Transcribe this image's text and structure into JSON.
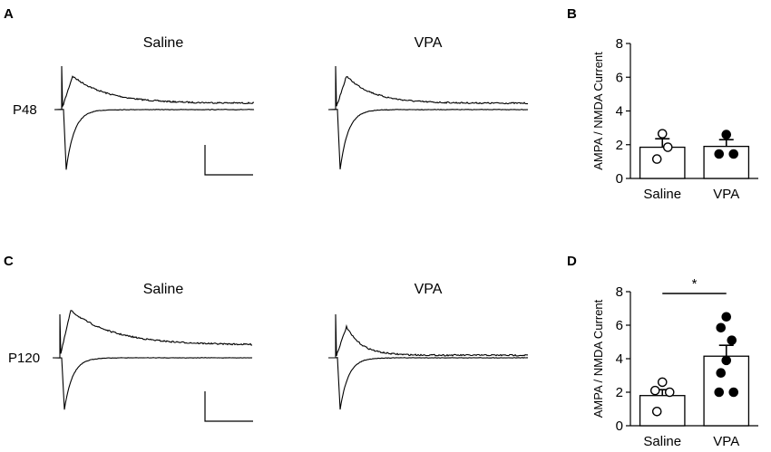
{
  "panels": {
    "A": {
      "letter": "A",
      "age_label": "P48",
      "groups": [
        {
          "name": "Saline",
          "epsc_amplitude": 0.75,
          "nmda_amplitude": 0.42,
          "nmda_decay": 0.18,
          "tail": 0.08
        },
        {
          "name": "VPA",
          "epsc_amplitude": 0.75,
          "nmda_amplitude": 0.42,
          "nmda_decay": 0.14,
          "tail": 0.08
        }
      ]
    },
    "B": {
      "letter": "B",
      "significance": ""
    },
    "C": {
      "letter": "C",
      "age_label": "P120",
      "groups": [
        {
          "name": "Saline",
          "epsc_amplitude": 0.6,
          "nmda_amplitude": 0.55,
          "nmda_decay": 0.22,
          "tail": 0.15
        },
        {
          "name": "VPA",
          "epsc_amplitude": 0.6,
          "nmda_amplitude": 0.36,
          "nmda_decay": 0.08,
          "tail": 0.03
        }
      ]
    },
    "D": {
      "letter": "D",
      "significance": "*"
    }
  },
  "chart_data": [
    {
      "type": "bar",
      "panel": "B",
      "categories": [
        "Saline",
        "VPA"
      ],
      "ylabel": "AMPA / NMDA Current",
      "ylim": [
        0,
        8
      ],
      "yticks": [
        0,
        2,
        4,
        6,
        8
      ],
      "series": [
        {
          "values": [
            1.85,
            1.9
          ],
          "sem": [
            0.5,
            0.4
          ]
        }
      ],
      "points": {
        "Saline": [
          2.65,
          1.15,
          1.85
        ],
        "VPA": [
          2.6,
          1.45,
          1.45
        ]
      },
      "marker_fill": {
        "Saline": "#ffffff",
        "VPA": "#000000"
      }
    },
    {
      "type": "bar",
      "panel": "D",
      "categories": [
        "Saline",
        "VPA"
      ],
      "ylabel": "AMPA / NMDA Current",
      "ylim": [
        0,
        8
      ],
      "yticks": [
        0,
        2,
        4,
        6,
        8
      ],
      "series": [
        {
          "values": [
            1.8,
            4.15
          ],
          "sem": [
            0.35,
            0.65
          ]
        }
      ],
      "points": {
        "Saline": [
          2.6,
          2.1,
          2.0,
          0.85
        ],
        "VPA": [
          6.5,
          5.85,
          5.1,
          3.9,
          3.15,
          2.0,
          2.0
        ]
      },
      "marker_fill": {
        "Saline": "#ffffff",
        "VPA": "#000000"
      },
      "annotation": "*"
    }
  ]
}
